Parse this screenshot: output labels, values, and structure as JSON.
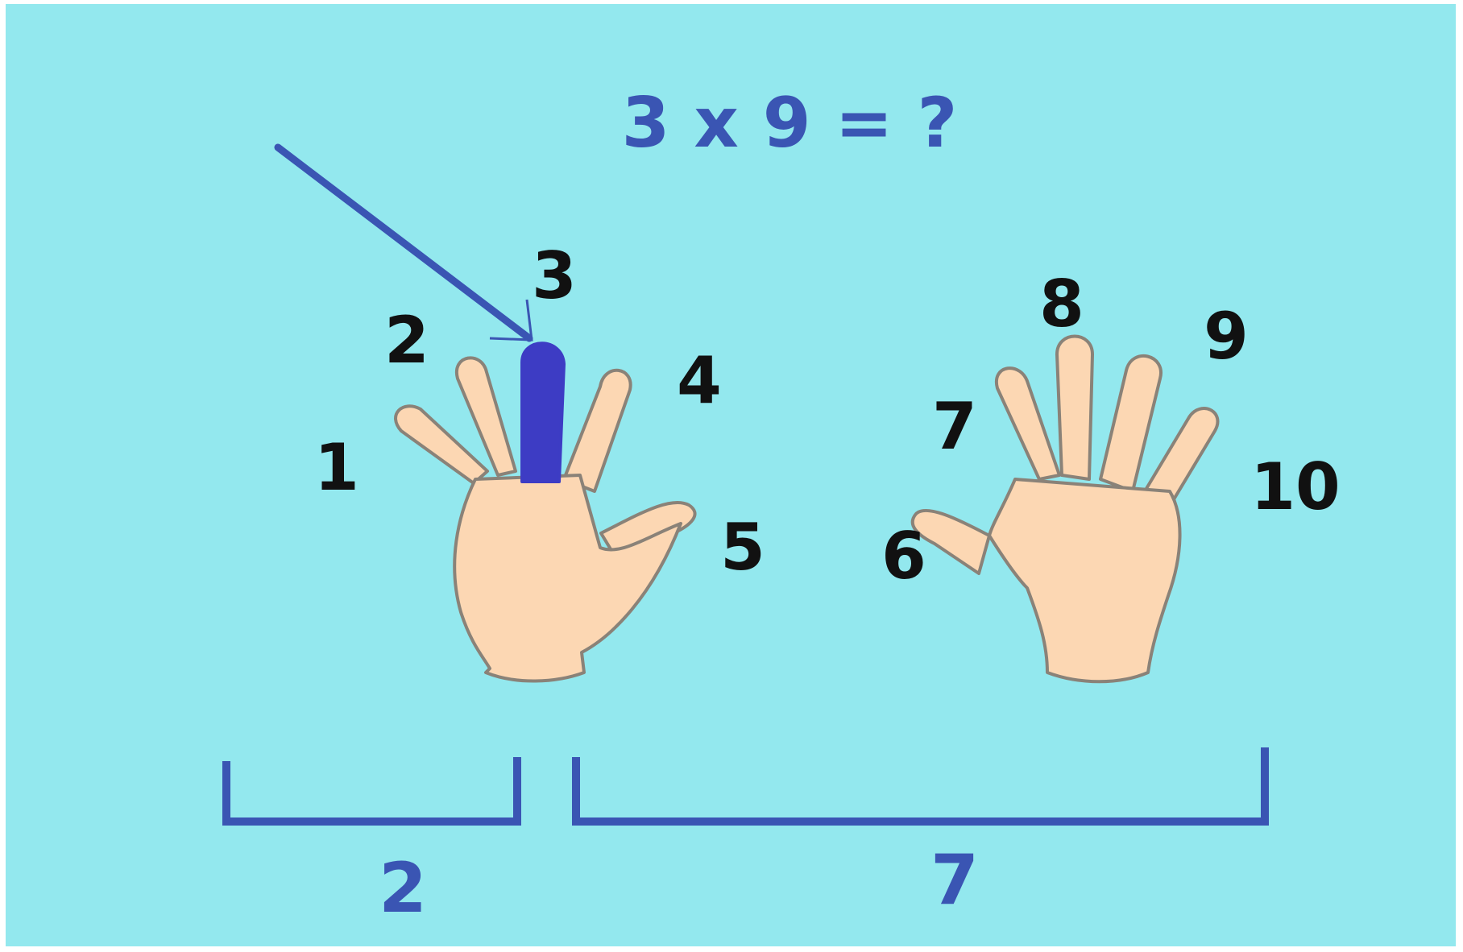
{
  "equation": "3 x 9 = ?",
  "finger_numbers": [
    "1",
    "2",
    "3",
    "4",
    "5",
    "6",
    "7",
    "8",
    "9",
    "10"
  ],
  "folded_finger": 3,
  "groups": [
    {
      "label": "2"
    },
    {
      "label": "7"
    }
  ],
  "colors": {
    "background": "#93e8ee",
    "accent_blue": "#3a55b3",
    "folded_finger": "#3d3cc4",
    "skin": "#fcd7b3",
    "skin_outline": "#8a8278",
    "number_text": "#111111"
  }
}
